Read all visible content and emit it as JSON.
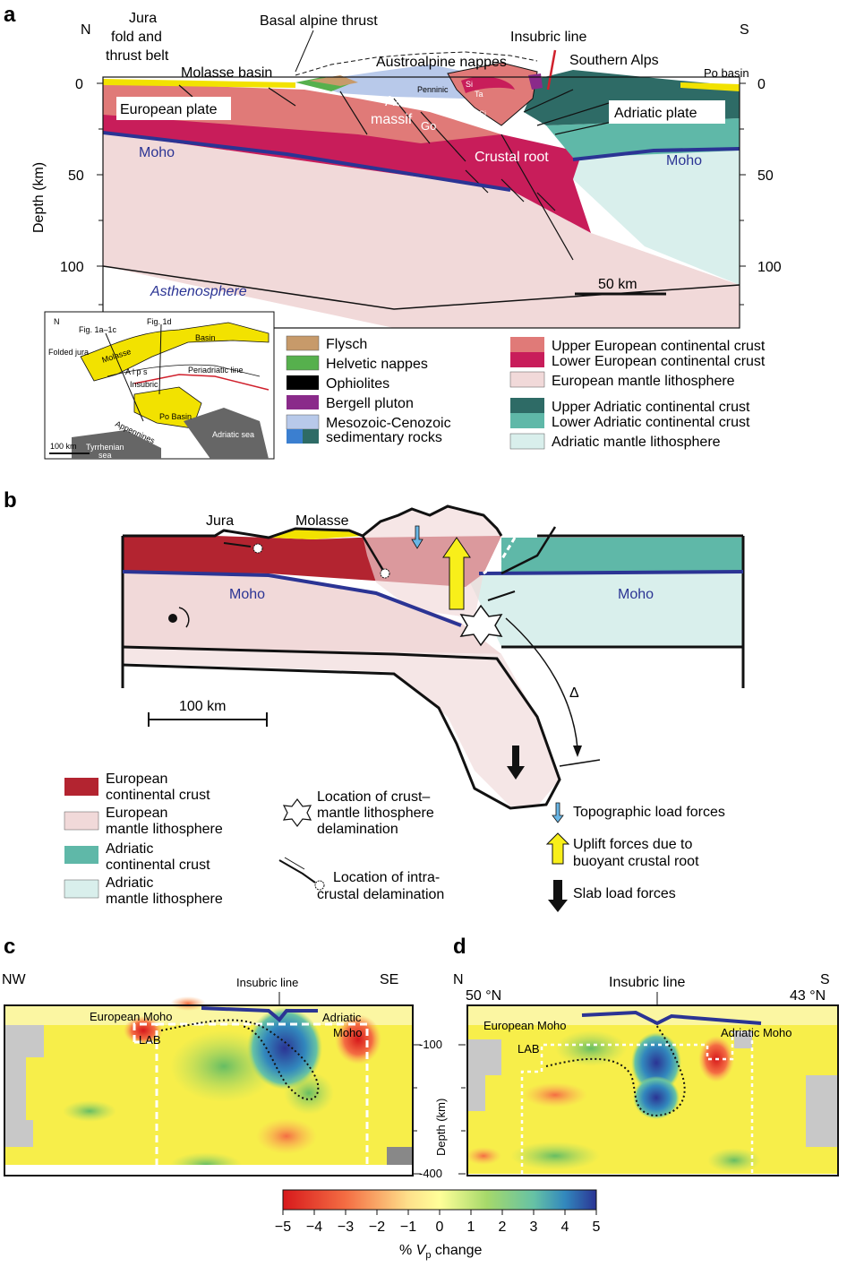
{
  "panel_a": {
    "letter": "a",
    "north": "N",
    "south": "S",
    "jura_line1": "Jura",
    "jura_line2": "fold and",
    "jura_line3": "thrust belt",
    "basal_thrust": "Basal alpine thrust",
    "insubric": "Insubric line",
    "austroalpine": "Austroalpine nappes",
    "southern_alps": "Southern Alps",
    "molasse_basin": "Molasse basin",
    "po_basin": "Po basin",
    "penninic": "Penninic",
    "aar1": "Aar",
    "aar2": "massif",
    "go": "Go",
    "si": "Si",
    "ta": "Ta",
    "ad": "Ad",
    "european_plate": "European plate",
    "adriatic_plate": "Adriatic plate",
    "moho": "Moho",
    "crustal_root": "Crustal root",
    "asthenosphere": "Asthenosphere",
    "depth_label": "Depth (km)",
    "ticks": [
      "0",
      "50",
      "100"
    ],
    "scale": "50 km",
    "colors": {
      "upper_eu": "#e07a78",
      "lower_eu": "#c81d5a",
      "eu_mantle": "#f1d9d9",
      "upper_ad": "#2e6b66",
      "lower_ad": "#5fb8a8",
      "ad_mantle": "#d9efec",
      "moho": "#2b3494",
      "flysch": "#c79a6a",
      "helvetic": "#56b04d",
      "ophiolite": "#000000",
      "bergell": "#8a2a8a",
      "sedimentary": "#b8c9ea",
      "molasse": "#f2e200",
      "insubric": "#d0202c"
    }
  },
  "inset": {
    "n": "N",
    "fig1a": "Fig. 1a–1c",
    "fig1d": "Fig. 1d",
    "folded_jura": "Folded jura",
    "molasse": "Molasse",
    "basin": "Basin",
    "alps": "A l p s",
    "insubric": "Insubric",
    "periadriatic": "Periadriatic line",
    "po_basin": "Po Basin",
    "appennines": "Appennines",
    "adriatic_sea": "Adriatic sea",
    "tyrrhenian1": "Tyrrhenian",
    "tyrrhenian2": "sea",
    "scale": "100 km"
  },
  "legend_a": [
    {
      "label": "Flysch",
      "color": "#c79a6a"
    },
    {
      "label": "Helvetic nappes",
      "color": "#56b04d"
    },
    {
      "label": "Ophiolites",
      "color": "#000000"
    },
    {
      "label": "Bergell pluton",
      "color": "#8a2a8a"
    },
    {
      "label": "Mesozoic-Cenozoic",
      "color": "#b8c9ea"
    },
    {
      "label": "sedimentary rocks",
      "color": ""
    },
    {
      "label": "Upper European continental crust",
      "color": "#e07a78"
    },
    {
      "label": "Lower European continental crust",
      "color": "#c81d5a"
    },
    {
      "label": "European mantle lithosphere",
      "color": "#f1d9d9"
    },
    {
      "label": "Upper Adriatic continental crust",
      "color": "#2e6b66"
    },
    {
      "label": "Lower Adriatic continental crust",
      "color": "#5fb8a8"
    },
    {
      "label": "Adriatic mantle lithosphere",
      "color": "#d9efec"
    }
  ],
  "panel_b": {
    "letter": "b",
    "jura": "Jura",
    "molasse": "Molasse",
    "moho_left": "Moho",
    "moho_right": "Moho",
    "delta": "Δ",
    "scale": "100 km",
    "colors": {
      "crust": "#b32430",
      "mantle": "#f1d9d9",
      "ad_crust": "#5fb8a8",
      "ad_mantle": "#d9efec",
      "uplift": "#f8ef1a",
      "topo": "#69b6e6"
    }
  },
  "legend_b": {
    "eu_crust1": "European",
    "eu_crust2": "continental crust",
    "eu_mantle1": "European",
    "eu_mantle2": "mantle lithosphere",
    "ad_crust1": "Adriatic",
    "ad_crust2": "continental crust",
    "ad_mantle1": "Adriatic",
    "ad_mantle2": "mantle lithosphere",
    "deloc1": "Location of crust–",
    "deloc2": "mantle lithosphere",
    "deloc3": "delamination",
    "intra1": "Location of intra-",
    "intra2": "crustal delamination",
    "topo": "Topographic load forces",
    "uplift1": "Uplift forces due to",
    "uplift2": "buoyant crustal root",
    "slab": "Slab load forces"
  },
  "panel_c": {
    "letter": "c",
    "nw": "NW",
    "se": "SE",
    "insubric": "Insubric line",
    "eu_moho": "European Moho",
    "ad_moho1": "Adriatic",
    "ad_moho2": "Moho",
    "lab": "LAB"
  },
  "panel_d": {
    "letter": "d",
    "n": "N",
    "s": "S",
    "lat_left": "50 °N",
    "lat_right": "43 °N",
    "insubric": "Insubric line",
    "eu_moho": "European Moho",
    "ad_moho": "Adriatic Moho",
    "lab": "LAB"
  },
  "depth_axis": {
    "label": "Depth (km)",
    "ticks": [
      "-100",
      "-400"
    ]
  },
  "colorbar": {
    "ticks": [
      "−5",
      "−4",
      "−3",
      "−2",
      "−1",
      "0",
      "1",
      "2",
      "3",
      "4",
      "5"
    ],
    "label_prefix": "% ",
    "label_v": "V",
    "label_sub": "p",
    "label_suffix": " change"
  }
}
